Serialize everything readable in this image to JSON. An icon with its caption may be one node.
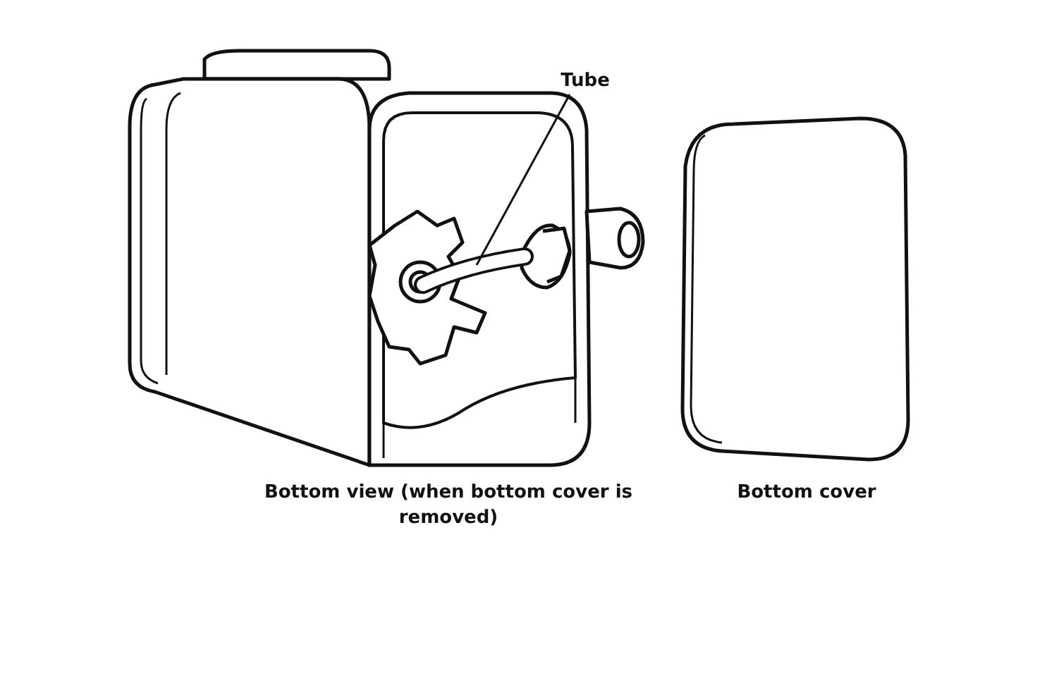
{
  "diagram": {
    "nodes": [
      {
        "text": [
          "Tube"
        ]
      },
      {
        "text": [],
        "shape": "picture"
      }
    ],
    "edges": [
      {
        "from": 0,
        "to": 1,
        "arrow": "none"
      }
    ],
    "labels": [
      "Bottom view (when bottom cover is removed)",
      "Bottom cover"
    ]
  }
}
